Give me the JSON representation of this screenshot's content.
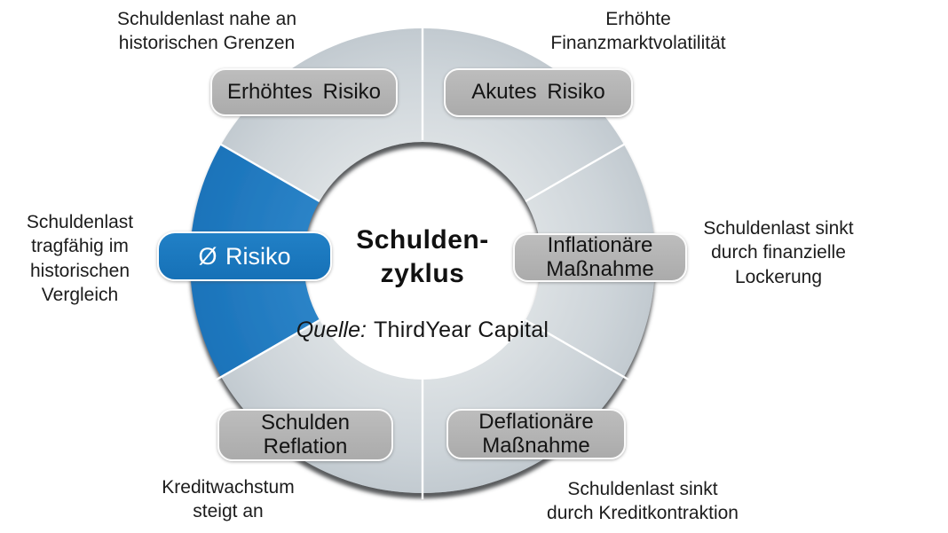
{
  "diagram": {
    "center": {
      "title": "Schulden-\nzyklus",
      "source_prefix": "Quelle:",
      "source_name": "ThirdYear Capital"
    },
    "colors": {
      "accent_blue": "#1b78bf",
      "ring_gray": "#ccd3d8",
      "button_gray": "#b3b3b3",
      "divider_white": "#ffffff",
      "shadow_dark": "#45494c",
      "text": "#1a1a1a"
    },
    "segments": [
      {
        "id": "erhoehtes-risiko",
        "button": "Erhöhtes Risiko",
        "note": "Schuldenlast nahe an\nhistorischen Grenzen",
        "highlighted": false
      },
      {
        "id": "akutes-risiko",
        "button": "Akutes Risiko",
        "note": "Erhöhte\nFinanzmarktvolatilität",
        "highlighted": false
      },
      {
        "id": "inflationaere-massnahme",
        "button": "Inflationäre\nMaßnahme",
        "note": "Schuldenlast sinkt\ndurch finanzielle\nLockerung",
        "highlighted": false
      },
      {
        "id": "deflationaere-massnahme",
        "button": "Deflationäre\nMaßnahme",
        "note": "Schuldenlast sinkt\ndurch Kreditkontraktion",
        "highlighted": false
      },
      {
        "id": "schulden-reflation",
        "button": "Schulden\nReflation",
        "note": "Kreditwachstum\nsteigt an",
        "highlighted": false
      },
      {
        "id": "durchschnitts-risiko",
        "button": "Ø Risiko",
        "note": "Schuldenlast\ntragfähig im\nhistorischen\nVergleich",
        "highlighted": true
      }
    ]
  }
}
